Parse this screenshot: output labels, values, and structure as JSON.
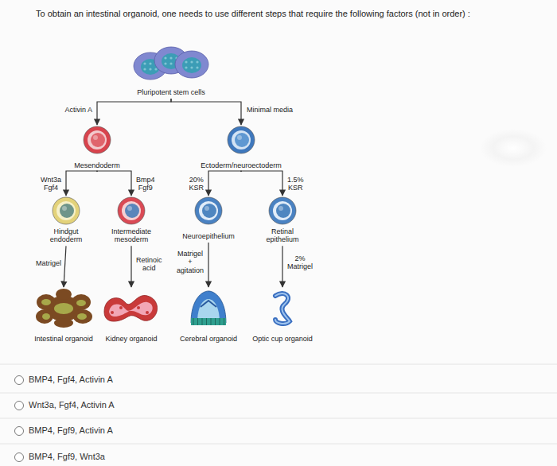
{
  "diagram": {
    "title": "To obtain an intestinal organoid, one needs to use different steps that require the following factors (not in order) :",
    "nodes": [
      {
        "text": [
          "Pluripotent stem cells"
        ]
      },
      {
        "text": [
          "Mesendoderm"
        ]
      },
      {
        "text": [
          "Ectoderm/neuroectoderm"
        ]
      },
      {
        "text": [
          "Hindgut endoderm"
        ]
      },
      {
        "text": [
          "Intermediate mesoderm"
        ]
      },
      {
        "text": [
          "Neuroepithelium"
        ]
      },
      {
        "text": [
          "Retinal epithelium"
        ]
      },
      {
        "text": [
          "Intestinal organoid"
        ]
      },
      {
        "text": [
          "Kidney organoid"
        ]
      },
      {
        "text": [
          "Cerebral organoid"
        ]
      },
      {
        "text": [
          "Optic cup organoid"
        ]
      }
    ],
    "edges": [
      {
        "from": 0,
        "to": 1,
        "label": "Activin A",
        "arrow": "to"
      },
      {
        "from": 0,
        "to": 2,
        "label": "Minimal media",
        "arrow": "to"
      },
      {
        "from": 1,
        "to": 3,
        "label": "Wnt3a Fgf4",
        "arrow": "to"
      },
      {
        "from": 1,
        "to": 4,
        "label": "Bmp4 Fgf9",
        "arrow": "to"
      },
      {
        "from": 2,
        "to": 5,
        "label": "20% KSR",
        "arrow": "to"
      },
      {
        "from": 2,
        "to": 6,
        "label": "1.5% KSR",
        "arrow": "to"
      },
      {
        "from": 3,
        "to": 7,
        "label": "Matrigel",
        "arrow": "to"
      },
      {
        "from": 4,
        "to": 8,
        "label": "Retinoic acid",
        "arrow": "to"
      },
      {
        "from": 5,
        "to": 9,
        "label": "Matrigel + agitation",
        "arrow": "to"
      },
      {
        "from": 6,
        "to": 10,
        "label": "2% Matrigel",
        "arrow": "to"
      }
    ],
    "labels": [
      "BMP4, Fgf4, Activin A",
      "Wnt3a, Fgf4, Activin A",
      "BMP4, Fgf9, Activin A",
      "BMP4, Fgf9, Wnt3a"
    ]
  }
}
